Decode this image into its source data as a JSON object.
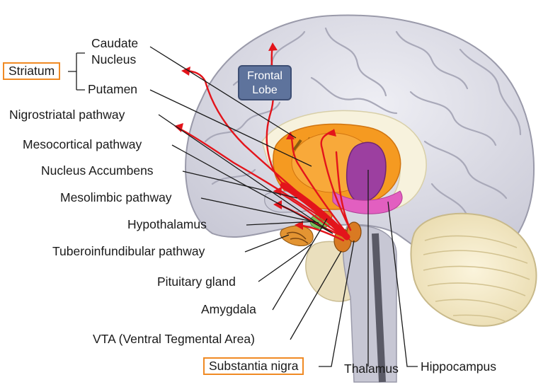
{
  "labels": {
    "striatum": "Striatum",
    "caudate_nucleus": [
      "Caudate",
      "Nucleus"
    ],
    "putamen": "Putamen",
    "nigrostriatal": "Nigrostriatal pathway",
    "mesocortical": "Mesocortical pathway",
    "nucleus_accumbens": "Nucleus Accumbens",
    "mesolimbic": "Mesolimbic pathway",
    "hypothalamus": "Hypothalamus",
    "tuberoinfundibular": "Tuberoinfundibular pathway",
    "pituitary": "Pituitary gland",
    "amygdala": "Amygdala",
    "vta": "VTA (Ventral Tegmental Area)",
    "substantia_nigra": "Substantia nigra",
    "thalamus": "Thalamus",
    "hippocampus": "Hippocampus",
    "frontal_lobe": [
      "Frontal",
      "Lobe"
    ]
  },
  "colors": {
    "highlight_box": "#f08a24",
    "pathway": "#e3141b",
    "brain": "#d9d9e4",
    "striatum": "#f59a21",
    "thalamus": "#9c3fa0",
    "cerebellum": "#f2e7c4",
    "frontal_lobe_tag": "#5e739c"
  }
}
